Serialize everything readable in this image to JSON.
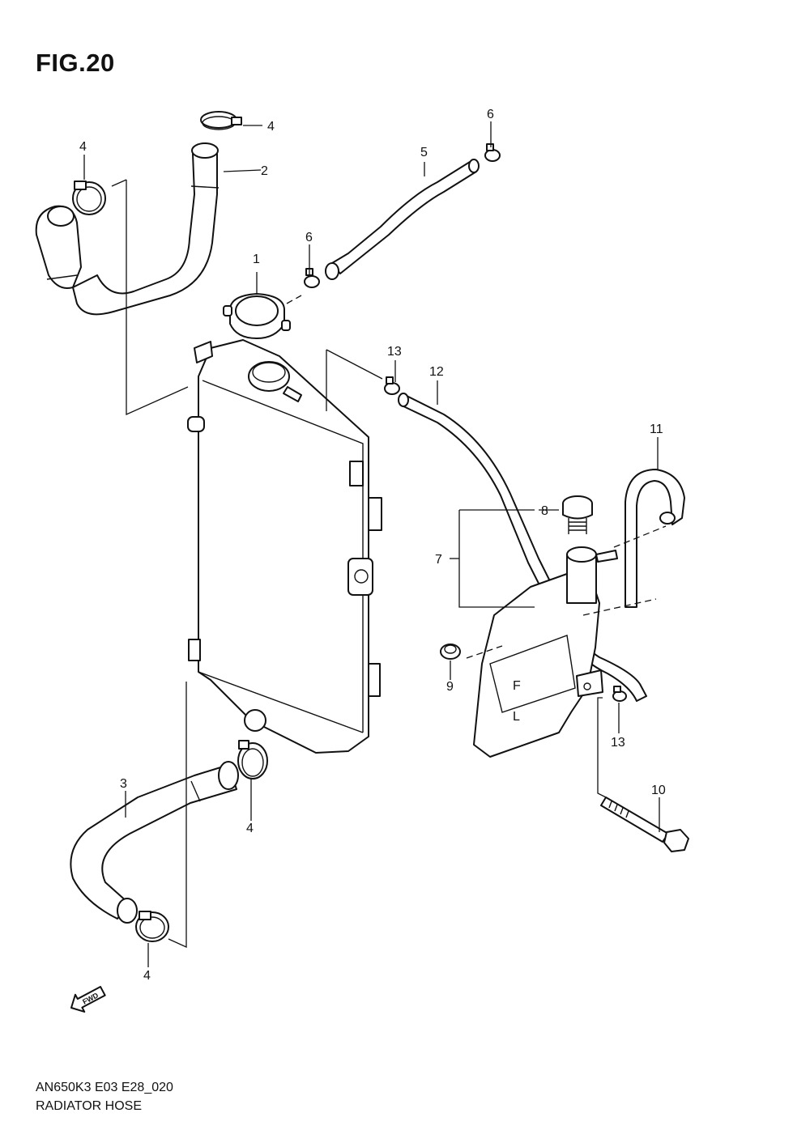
{
  "figure": {
    "title": "FIG.20"
  },
  "callouts": {
    "c1": "1",
    "c2": "2",
    "c3": "3",
    "c4a": "4",
    "c4b": "4",
    "c4c": "4",
    "c4d": "4",
    "c5": "5",
    "c6a": "6",
    "c6b": "6",
    "c7": "7",
    "c8": "8",
    "c9": "9",
    "c10": "10",
    "c11": "11",
    "c12": "12",
    "c13a": "13",
    "c13b": "13"
  },
  "marks": {
    "fwd": "FWD",
    "tank_f": "F",
    "tank_l": "L"
  },
  "footer": {
    "model_code": "AN650K3 E03 E28_020",
    "part_name": "RADIATOR HOSE"
  }
}
